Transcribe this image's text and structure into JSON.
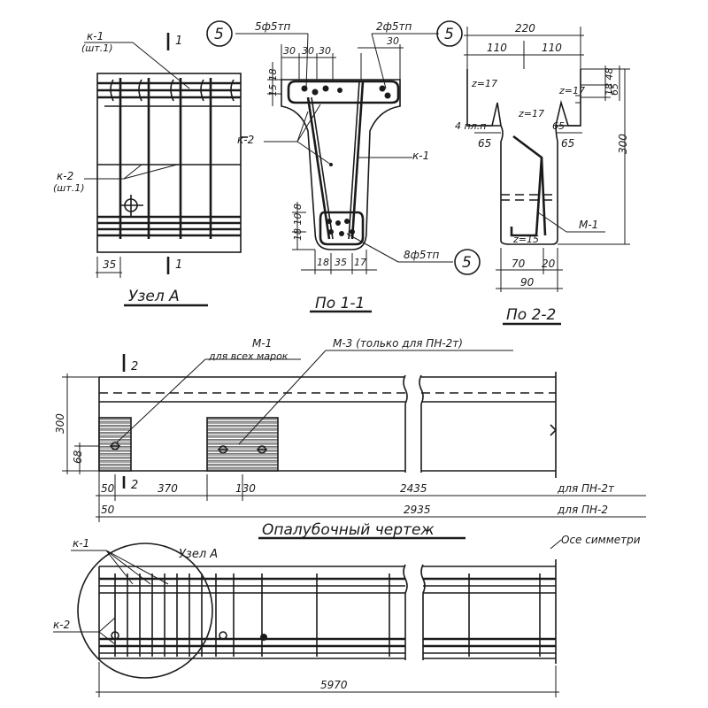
{
  "texts": {
    "k1_top_a": "к-1",
    "k1_top_b": "(шт.1)",
    "section_mark_1_top": "1",
    "k2_a": "к-2",
    "k2_b": "(шт.1)",
    "dim_35": "35",
    "section_mark_1_bottom": "1",
    "caption_uzel_a": "Узел А",
    "circle_5_left": "5",
    "bar_5d5": "5ф5тп",
    "bar_2d5": "2ф5тп",
    "circle_5_right": "5",
    "dim_30a": "30",
    "dim_30b": "30",
    "dim_30c": "30",
    "dim_30d": "30",
    "dim_15_18": "15 18",
    "k2_label": "к-2",
    "k1_label": "к-1",
    "dim_18_left": "18 10 8",
    "bar_8d5": "8ф5тп",
    "circle_5_bottom": "5",
    "dim_18": "18",
    "dim_35b": "35",
    "dim_17b": "17",
    "caption_po11": "По 1-1",
    "dim_220": "220",
    "dim_110a": "110",
    "dim_110b": "110",
    "dim_z17a": "z=17",
    "dim_z17b": "z=17",
    "dim_z17c": "z=17",
    "dim_18_48": "18 48",
    "dim_65a": "65",
    "dim_4pl": "4 пл.п",
    "dim_65b": "65",
    "dim_65c": "65",
    "dim_65d": "65",
    "dim_300_right": "300",
    "m1_label": "М-1",
    "dim_z15": "z=15",
    "dim_70": "70",
    "dim_20": "20",
    "dim_90": "90",
    "caption_po22": "По 2-2",
    "m1_top": "М-1",
    "m1_all": "для всех марок",
    "m3_only": "М-3 (только для ПН-2т)",
    "section_mark_2_top": "2",
    "section_mark_2_bottom": "2",
    "dim_300_left": "300",
    "dim_68": "68",
    "dim_50a": "50",
    "dim_370": "370",
    "dim_130": "130",
    "dim_2435": "2435",
    "label_pn2t": "для ПН-2т",
    "dim_50b": "50",
    "dim_2935": "2935",
    "label_pn2": "для ПН-2",
    "caption_opalub": "Опалубочный чертеж",
    "axis_symmetry": "Осе симметри",
    "k1_bottom": "к-1",
    "uzel_a_bottom": "Узел А",
    "k2_bottom": "к-2",
    "dim_5970": "5970"
  }
}
